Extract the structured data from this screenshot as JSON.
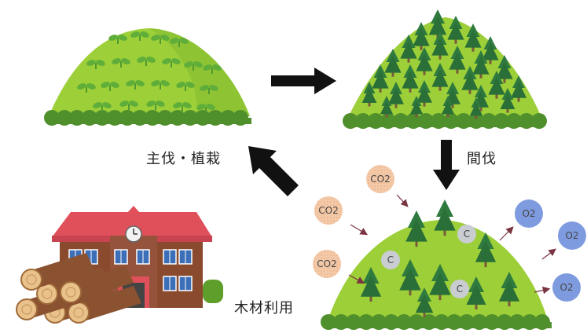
{
  "labels": {
    "replant": "主伐・植栽",
    "thinning": "間伐",
    "timber": "木材利用"
  },
  "bubbles": {
    "co2": "CO2",
    "o2": "O2",
    "carbon": "C"
  },
  "colors": {
    "hill_light": "#9ccf38",
    "hill_dark": "#5e9e2a",
    "bush": "#4f8f2c",
    "tree": "#2f7a3e",
    "arrow": "#111111",
    "co2_fill": "#f4c9a8",
    "o2_fill": "#7f9be0",
    "carbon_fill": "#c9ccd0",
    "roof": "#e0505a",
    "brick": "#8a4a2e",
    "log": "#8a5230"
  }
}
